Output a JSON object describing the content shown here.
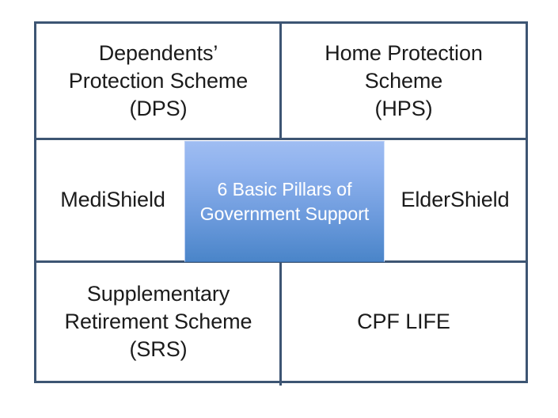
{
  "diagram": {
    "title": "6 Basic Pillars of Government Support",
    "colors": {
      "frame_border": "#3d5573",
      "center_gradient_top": "#9fbdf2",
      "center_gradient_bottom": "#4a85c9",
      "center_text": "#ffffff",
      "cell_text": "#1b1b1b",
      "background": "#ffffff"
    },
    "center": {
      "line1": "6 Basic Pillars of",
      "line2": "Government Support",
      "text": "6 Basic Pillars of\nGovernment Support"
    },
    "cells": [
      {
        "id": "dps",
        "position": "top-left",
        "name": "Dependents' Protection Scheme",
        "abbreviation": "(DPS)",
        "text": "Dependents’\nProtection Scheme\n(DPS)"
      },
      {
        "id": "hps",
        "position": "top-right",
        "name": "Home Protection Scheme",
        "abbreviation": "(HPS)",
        "text": "Home Protection Scheme\n(HPS)"
      },
      {
        "id": "medishield",
        "position": "middle-left",
        "name": "MediShield",
        "abbreviation": "",
        "text": "MediShield"
      },
      {
        "id": "eldershield",
        "position": "middle-right",
        "name": "ElderShield",
        "abbreviation": "",
        "text": "ElderShield"
      },
      {
        "id": "srs",
        "position": "bottom-left",
        "name": "Supplementary Retirement Scheme",
        "abbreviation": "(SRS)",
        "text": "Supplementary\nRetirement Scheme\n(SRS)"
      },
      {
        "id": "cpf-life",
        "position": "bottom-right",
        "name": "CPF LIFE",
        "abbreviation": "",
        "text": "CPF LIFE"
      }
    ]
  }
}
